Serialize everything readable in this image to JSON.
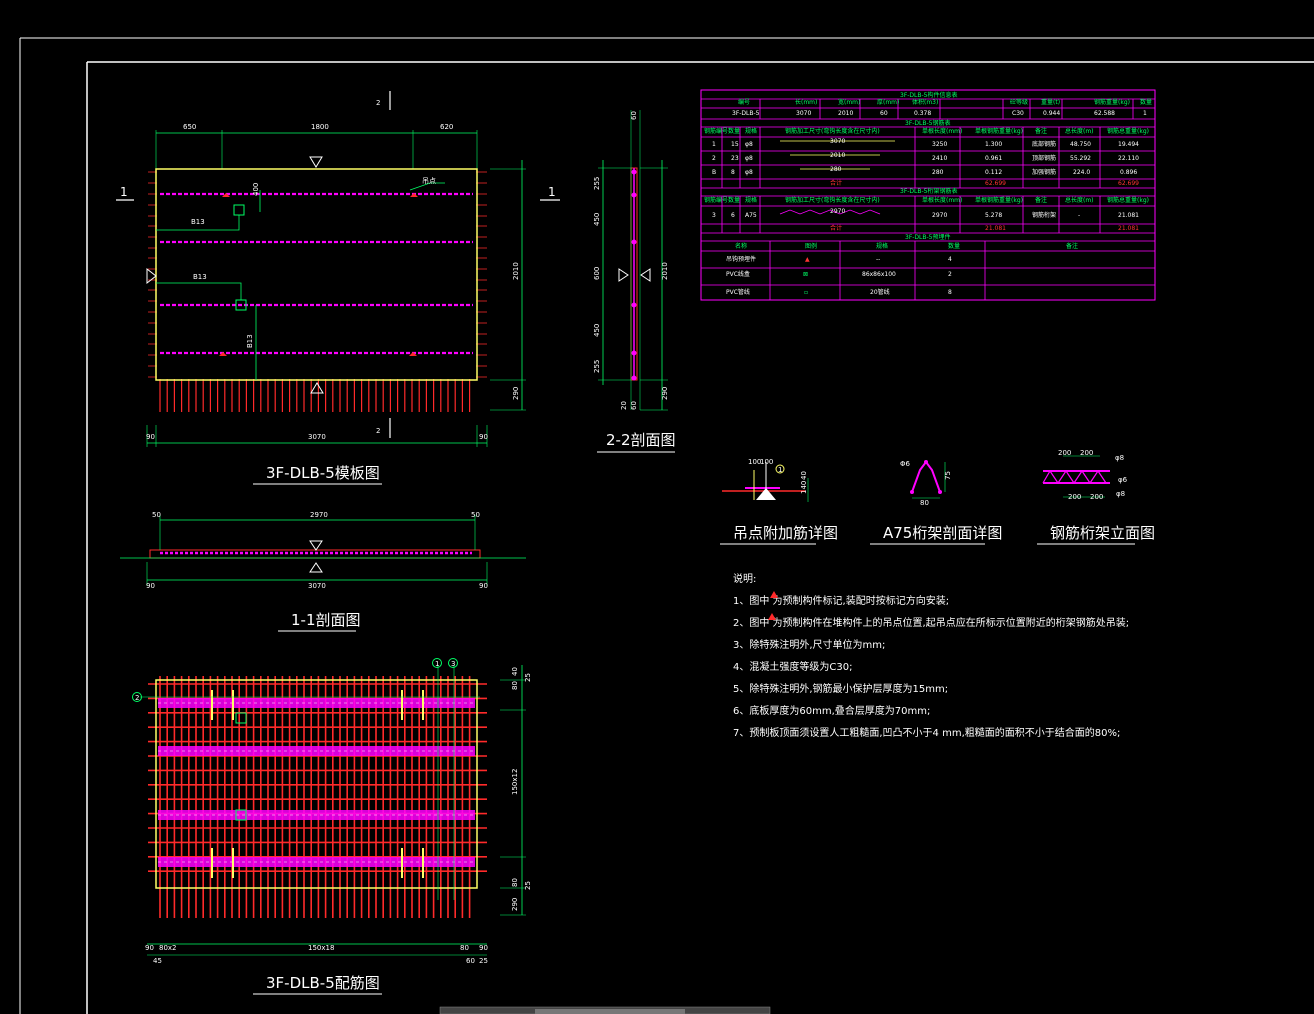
{
  "colors": {
    "frame": "#ffffff",
    "slab": "#ffff66",
    "rebar_main": "#ff2a2a",
    "rebar_truss": "#ff00ff",
    "dim": "#00ff66",
    "table_border": "#ff00ff",
    "table_header": "#00ff66",
    "table_total": "#ff3333",
    "text": "#ffffff"
  },
  "plan": {
    "section_marker": "2",
    "marker_side": "1",
    "dims_top": [
      "650",
      "1800",
      "620"
    ],
    "dims_bottom": [
      "90",
      "3070",
      "90"
    ],
    "dims_right": [
      "2010",
      "290"
    ],
    "labels": [
      "B13",
      "B13",
      "B13",
      "400"
    ],
    "lift_label": "吊点",
    "title": "3F-DLB-5模板图"
  },
  "section11": {
    "dims_top": [
      "50",
      "2970",
      "50"
    ],
    "dims_bottom": [
      "90",
      "3070",
      "90"
    ],
    "title": "1-1剖面图"
  },
  "section22": {
    "dims_left": [
      "255",
      "450",
      "600",
      "450",
      "255"
    ],
    "dims_right": [
      "2010",
      "290"
    ],
    "dims_top": [
      "60"
    ],
    "dims_bottom": [
      "20",
      "60"
    ],
    "title": "2-2剖面图"
  },
  "rebar": {
    "grid_labels": [
      "1",
      "3",
      "2"
    ],
    "dims_bottom": [
      "90",
      "80x2",
      "150x18",
      "80",
      "90"
    ],
    "dims_bottom2": [
      "45",
      "60",
      "25"
    ],
    "dims_right": [
      "40",
      "80",
      "25",
      "150x12",
      "80",
      "25",
      "290"
    ],
    "title": "3F-DLB-5配筋图"
  },
  "details": [
    {
      "title": "吊点附加筋详图",
      "labels": [
        "100",
        "100",
        "140",
        "40",
        "1"
      ]
    },
    {
      "title": "A75桁架剖面详图",
      "labels": [
        "Φ6",
        "75",
        "80"
      ]
    },
    {
      "title": "钢筋桁架立面图",
      "labels": [
        "200",
        "200",
        "200",
        "200",
        "φ8",
        "φ6",
        "φ8"
      ]
    }
  ],
  "notes": {
    "heading": "说明:",
    "items": [
      "1、图中      为预制构件标记,装配时按标记方向安装;",
      "2、图中   为预制构件在堆构件上的吊点位置,起吊点应在所标示位置附近的桁架钢筋处吊装;",
      "3、除特殊注明外,尺寸单位为mm;",
      "4、混凝土强度等级为C30;",
      "5、除特殊注明外,钢筋最小保护层厚度为15mm;",
      "6、底板厚度为60mm,叠合层厚度为70mm;",
      "7、预制板顶面须设置人工粗糙面,凹凸不小于4 mm,粗糙面的面积不小于结合面的80%;"
    ]
  },
  "table": {
    "title1": "3F-DLB-5构件信息表",
    "head1": [
      "编号",
      "长(mm)",
      "宽(mm)",
      "厚(mm)",
      "体积(m3)",
      "砼等级",
      "重量(t)",
      "钢筋重量(kg)",
      "数量"
    ],
    "row1": [
      "3F-DLB-5",
      "3070",
      "2010",
      "60",
      "0.378",
      "C30",
      "0.944",
      "62.588",
      "1"
    ],
    "title2": "3F-DLB-5钢筋表",
    "head2": [
      "钢筋编号",
      "数量",
      "规格",
      "钢筋加工尺寸(弯钩长度含在尺寸内)",
      "单根长度(mm)",
      "单根钢筋重量(kg)",
      "备注",
      "总长度(m)",
      "钢筋总重量(kg)"
    ],
    "rows2": [
      [
        "1",
        "15",
        "φ8",
        "3070",
        "3250",
        "1.300",
        "底部钢筋",
        "48.750",
        "19.494"
      ],
      [
        "2",
        "23",
        "φ8",
        "2010",
        "2410",
        "0.961",
        "顶部钢筋",
        "55.292",
        "22.110"
      ],
      [
        "B",
        "8",
        "φ8",
        "280",
        "280",
        "0.112",
        "加强钢筋",
        "224.0",
        "0.896"
      ]
    ],
    "total2": [
      "合计",
      "62.699",
      "62.699"
    ],
    "title3": "3F-DLB-5桁架钢筋表",
    "head3": [
      "钢筋编号",
      "数量",
      "规格",
      "钢筋加工尺寸(弯钩长度含在尺寸内)",
      "单根长度(mm)",
      "单根钢筋重量(kg)",
      "备注",
      "总长度(m)",
      "钢筋总重量(kg)"
    ],
    "row3": [
      "3",
      "6",
      "A75",
      "2970",
      "2970",
      "5.278",
      "钢筋桁架",
      "-",
      "21.081"
    ],
    "total3": [
      "合计",
      "21.081",
      "21.081"
    ],
    "title4": "3F-DLB-5预埋件",
    "head4": [
      "名称",
      "图例",
      "规格",
      "数量",
      "备注"
    ],
    "rows4": [
      [
        "吊钩预埋件",
        "▲",
        "--",
        "4",
        ""
      ],
      [
        "PVC线盒",
        "⊠",
        "86x86x100",
        "2",
        ""
      ],
      [
        "PVC管线",
        "▫",
        "20管线",
        "8",
        ""
      ]
    ]
  }
}
